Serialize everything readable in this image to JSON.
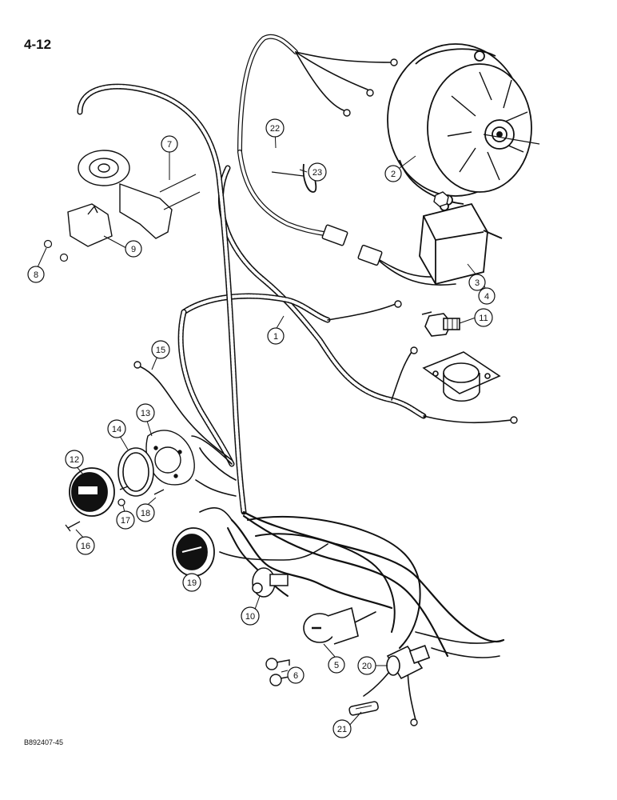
{
  "page_number": "4-12",
  "footer_code": "B892407-45",
  "callouts": {
    "c1": "1",
    "c2": "2",
    "c3": "3",
    "c4": "4",
    "c5": "5",
    "c6": "6",
    "c7": "7",
    "c8": "8",
    "c9": "9",
    "c10": "10",
    "c11": "11",
    "c12": "12",
    "c13": "13",
    "c14": "14",
    "c15": "15",
    "c16": "16",
    "c17": "17",
    "c18": "18",
    "c19": "19",
    "c20": "20",
    "c21": "21",
    "c22": "22",
    "c23": "23"
  }
}
